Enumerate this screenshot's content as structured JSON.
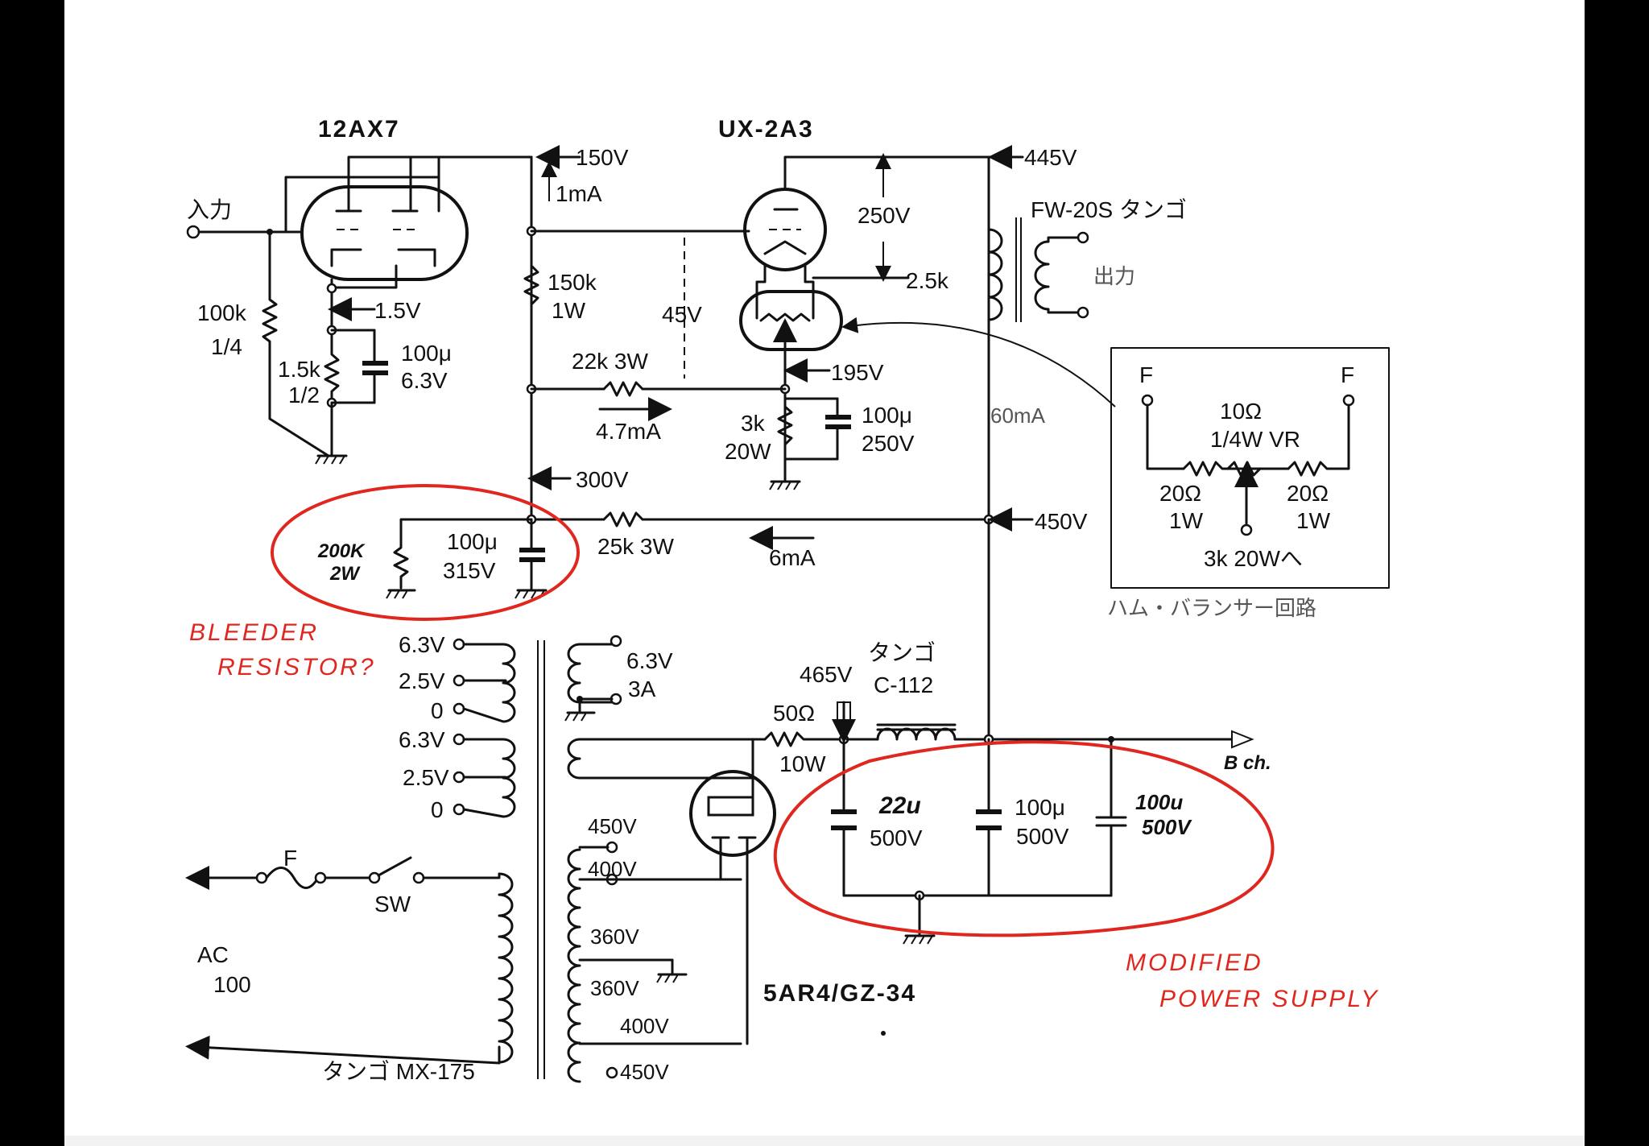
{
  "tubes": {
    "preamp": "12AX7",
    "power": "UX-2A3",
    "rectifier": "5AR4/GZ-34"
  },
  "labels": {
    "input": "入力",
    "output": "出力",
    "v150": "150V",
    "ma1": "1mA",
    "r100k": "100k",
    "r100k_w": "1/4",
    "v1_5": "1.5V",
    "r1_5k": "1.5k",
    "r1_5k_w": "1/2",
    "c100u_a": "100μ",
    "c100u_a_v": "6.3V",
    "r150k": "150k",
    "r150k_w": "1W",
    "v45": "45V",
    "v250": "250V",
    "r2_5k": "2.5k",
    "v445": "445V",
    "otrans": "FW-20S タンゴ",
    "r22k": "22k 3W",
    "ma4_7": "4.7mA",
    "v195": "195V",
    "r3k": "3k",
    "r3k_w": "20W",
    "c100u_b": "100μ",
    "c100u_b_v": "250V",
    "ma60": "60mA",
    "v300": "300V",
    "r25k": "25k 3W",
    "ma6": "6mA",
    "v450": "450V",
    "c100u_c": "100μ",
    "c100u_c_v": "315V",
    "hum_f1": "F",
    "hum_f2": "F",
    "hum_10": "10Ω",
    "hum_vr": "1/4W VR",
    "hum_20a": "20Ω",
    "hum_20a_w": "1W",
    "hum_20b": "20Ω",
    "hum_20b_w": "1W",
    "hum_3k": "3k 20Wへ",
    "hum_title": "ハム・バランサー回路",
    "pt_63a": "6.3V",
    "pt_25a": "2.5V",
    "pt_0a": "0",
    "pt_63b": "6.3V",
    "pt_25b": "2.5V",
    "pt_0b": "0",
    "pt_63c": "6.3V",
    "pt_3a": "3A",
    "hv_450a": "450V",
    "hv_400a": "400V",
    "hv_360a": "360V",
    "hv_360b": "360V",
    "hv_400b": "400V",
    "hv_450b": "450V",
    "v465": "465V",
    "choke_brand": "タンゴ",
    "choke": "C-112",
    "r50": "50Ω",
    "r50_w": "10W",
    "c100u_d": "100μ",
    "c100u_d_v": "500V",
    "fuse": "F",
    "sw": "SW",
    "ac": "AC",
    "ac_v": "100",
    "ptrans": "タンゴ MX-175"
  },
  "handwritten": {
    "r200k": "200K",
    "r200k_w": "2W",
    "c22u": "22u",
    "c22u_v": "500V",
    "c100u_e": "100u",
    "c100u_e_v": "500V",
    "bch": "B ch."
  },
  "annotations": {
    "bleeder": [
      "BLEEDER",
      "RESISTOR?"
    ],
    "modified": [
      "MODIFIED",
      "POWER SUPPLY"
    ]
  },
  "colors": {
    "ink": "#111111",
    "annotation": "#e0271f",
    "frame": "#000000"
  }
}
